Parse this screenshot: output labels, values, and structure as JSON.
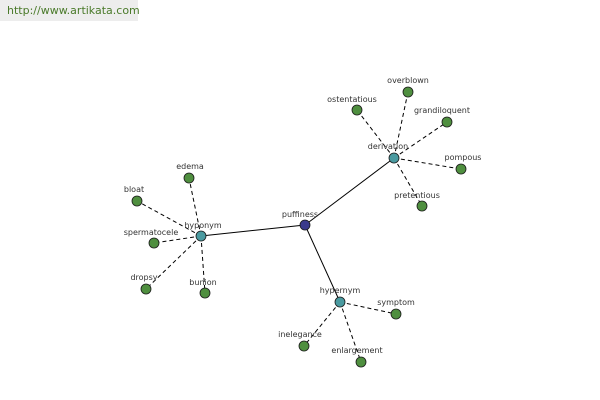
{
  "url": "http://www.artikata.com",
  "colors": {
    "center": "#3a3a8c",
    "relation": "#4a9aa0",
    "leaf": "#4f8f3f",
    "solid_edge": "#000000",
    "dashed_edge": "#000000",
    "url_text": "#4a7a2a",
    "url_bg": "#ededed"
  },
  "graph": {
    "center": "puffiness",
    "relations": [
      {
        "label": "derivation",
        "terms": [
          "overblown",
          "ostentatious",
          "grandiloquent",
          "pompous",
          "pretentious"
        ]
      },
      {
        "label": "hyponym",
        "terms": [
          "edema",
          "bloat",
          "spermatocele",
          "dropsy",
          "bunion"
        ]
      },
      {
        "label": "hypernym",
        "terms": [
          "symptom",
          "inelegance",
          "enlargement"
        ]
      }
    ]
  }
}
